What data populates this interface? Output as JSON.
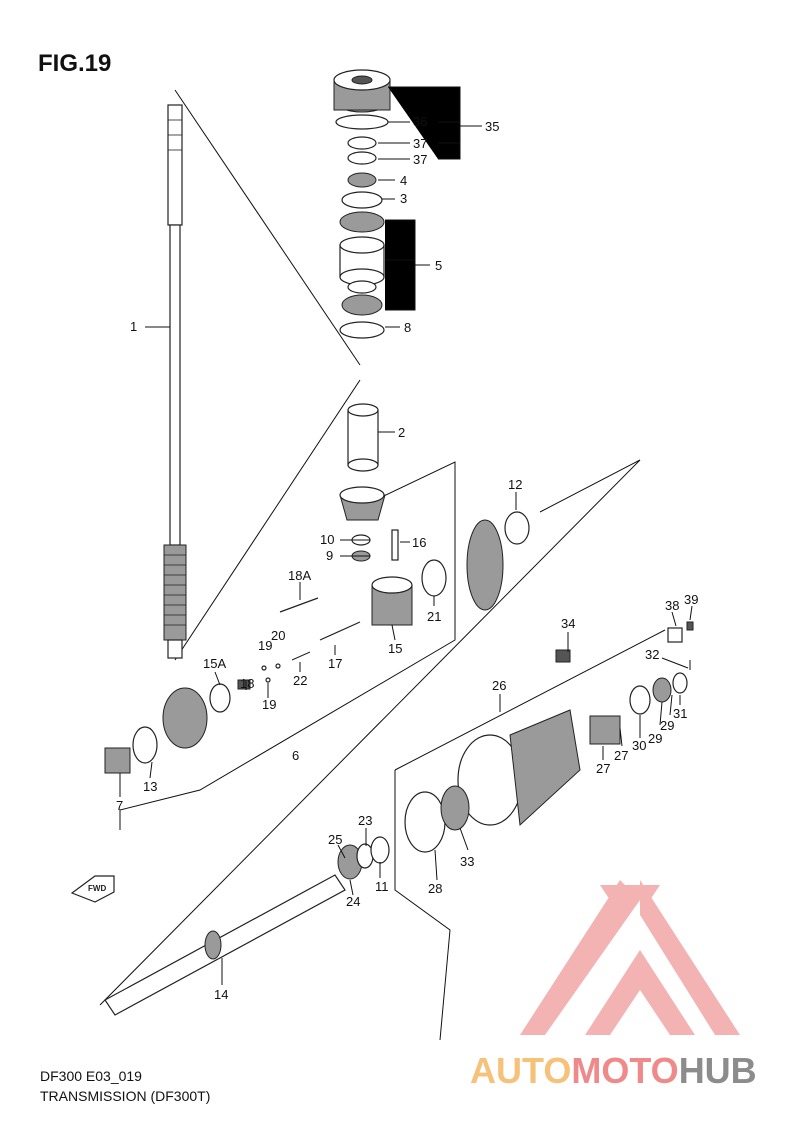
{
  "figure": {
    "title": "FIG.19",
    "code": "DF300 E03_019",
    "caption": "TRANSMISSION (DF300T)"
  },
  "watermark": {
    "part1": "AUTO",
    "part2": "MOTO",
    "part3": "HUB",
    "color_light": "#f6c27a",
    "color_pink": "#f08a8a",
    "color_dark": "#8c8c8c"
  },
  "fwd_badge": "FWD",
  "callouts": [
    "1",
    "2",
    "3",
    "4",
    "5",
    "6",
    "7",
    "8",
    "9",
    "10",
    "11",
    "12",
    "13",
    "14",
    "15",
    "15A",
    "16",
    "17",
    "18",
    "18A",
    "19",
    "19",
    "20",
    "21",
    "22",
    "23",
    "24",
    "25",
    "26",
    "27",
    "27",
    "28",
    "29",
    "29",
    "30",
    "31",
    "32",
    "33",
    "34",
    "35",
    "36",
    "37",
    "37",
    "38",
    "39"
  ]
}
